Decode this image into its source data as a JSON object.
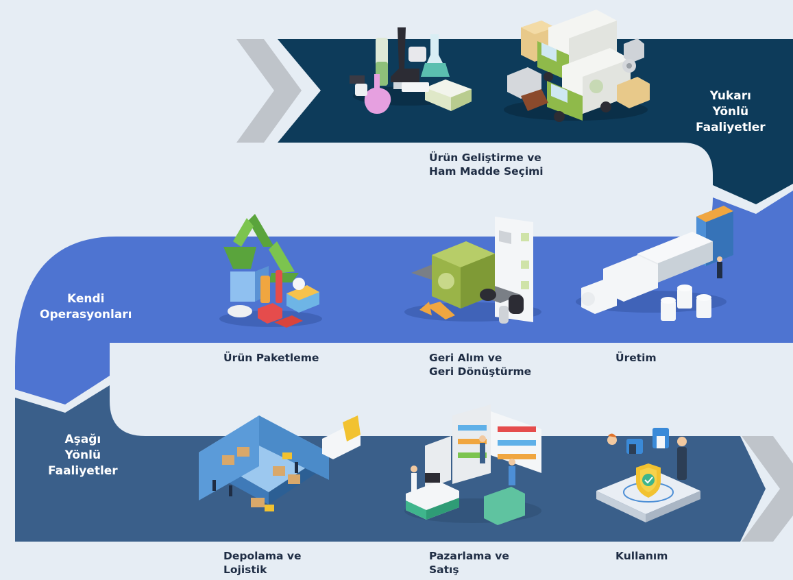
{
  "colors": {
    "background": "#e6edf4",
    "upstream_band": "#0d3b5a",
    "operations_band": "#4e74d1",
    "downstream_band": "#3a5f8a",
    "chevron": "#bfc4ca",
    "label_text": "#1f2d44"
  },
  "bands": {
    "upstream": [
      "Yukarı",
      "Yönlü",
      "Faaliyetler"
    ],
    "operations": [
      "Kendi",
      "Operasyonları"
    ],
    "downstream": [
      "Aşağı",
      "Yönlü",
      "Faaliyetler"
    ]
  },
  "stages": {
    "product_development": [
      "Ürün Geliştirme ve",
      "Ham Madde Seçimi"
    ],
    "packaging": [
      "Ürün Paketleme"
    ],
    "take_back": [
      "Geri Alım ve",
      "Geri Dönüştürme"
    ],
    "production": [
      "Üretim"
    ],
    "warehousing": [
      "Depolama ve",
      "Lojistik"
    ],
    "marketing": [
      "Pazarlama ve",
      "Satış"
    ],
    "usage": [
      "Kullanım"
    ]
  },
  "icons": {
    "product_development": [
      "lab-equipment-icon",
      "delivery-trucks-icon"
    ],
    "packaging": "recycling-packaging-icon",
    "take_back": "recycling-machine-icon",
    "production": "paper-production-line-icon",
    "warehousing": "warehouse-icon",
    "marketing": "retail-store-icon",
    "usage": "secure-usage-icon"
  }
}
